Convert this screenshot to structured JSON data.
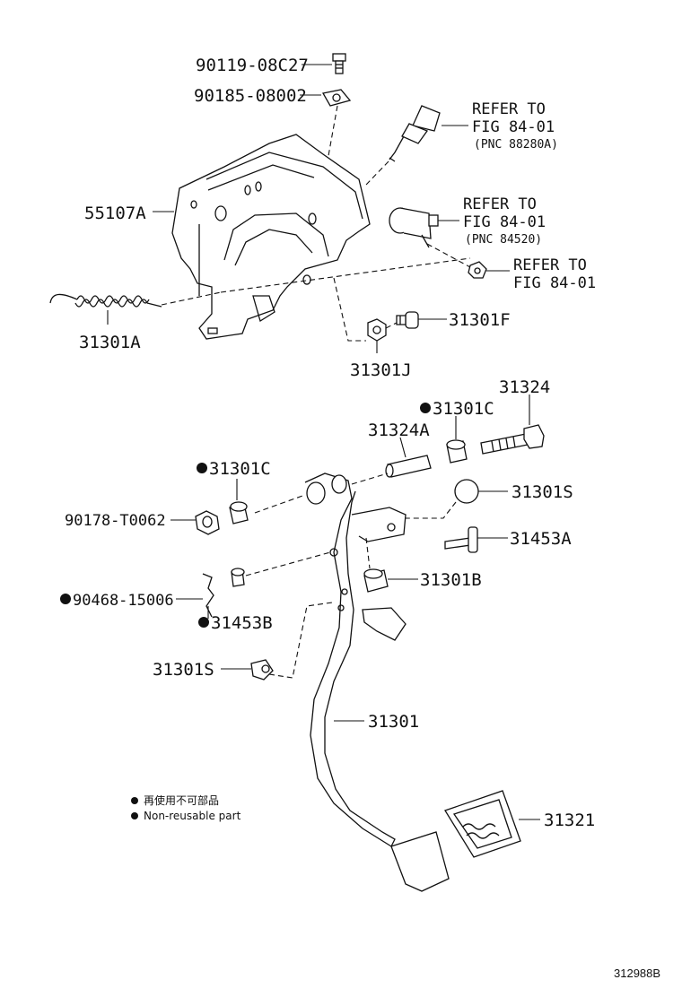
{
  "labels": {
    "p90119": "90119-08C27",
    "p90185": "90185-08002",
    "p55107A": "55107A",
    "p31301A": "31301A",
    "p31301F": "31301F",
    "p31301J": "31301J",
    "p31324": "31324",
    "p31301C_top": "31301C",
    "p31324A": "31324A",
    "p31301C_left": "31301C",
    "p31301S_right": "31301S",
    "p90178": "90178-T0062",
    "p31453A": "31453A",
    "p31301B": "31301B",
    "p90468": "90468-15006",
    "p31453B": "31453B",
    "p31301S_left": "31301S",
    "p31301": "31301",
    "p31321": "31321"
  },
  "refs": {
    "ref1_line1": "REFER TO",
    "ref1_line2": "FIG 84-01",
    "ref1_pnc": "(PNC 88280A)",
    "ref2_line1": "REFER TO",
    "ref2_line2": "FIG 84-01",
    "ref2_pnc": "(PNC 84520)",
    "ref3_line1": "REFER TO",
    "ref3_line2": "FIG 84-01"
  },
  "legend": {
    "line_jp": "再使用不可部品",
    "line_en": "Non-reusable part"
  },
  "diagram_code": "312988B"
}
